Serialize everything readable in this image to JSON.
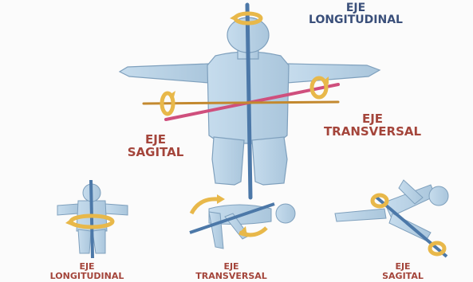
{
  "main": {
    "label_top_line1": "EJE",
    "label_top_line2": "LONGITUDINAL",
    "label_right_line1": "EJE",
    "label_right_line2": "TRANSVERSAL",
    "label_left_line1": "EJE",
    "label_left_line2": "SAGITAL"
  },
  "bottom": [
    {
      "line1": "EJE",
      "line2": "LONGITUDINAL"
    },
    {
      "line1": "EJE",
      "line2": "TRANSVERSAL"
    },
    {
      "line1": "EJE",
      "line2": "SAGITAL"
    }
  ],
  "colors": {
    "body_fill": "#b9d3e6",
    "body_stroke": "#7fa0bd",
    "axis_longitudinal": "#4c78a8",
    "axis_transversal": "#c3892f",
    "axis_sagital": "#cf4f7d",
    "rotation_arrow": "#e8b84a",
    "label_blue": "#3a4f7a",
    "label_red": "#a4453b"
  }
}
